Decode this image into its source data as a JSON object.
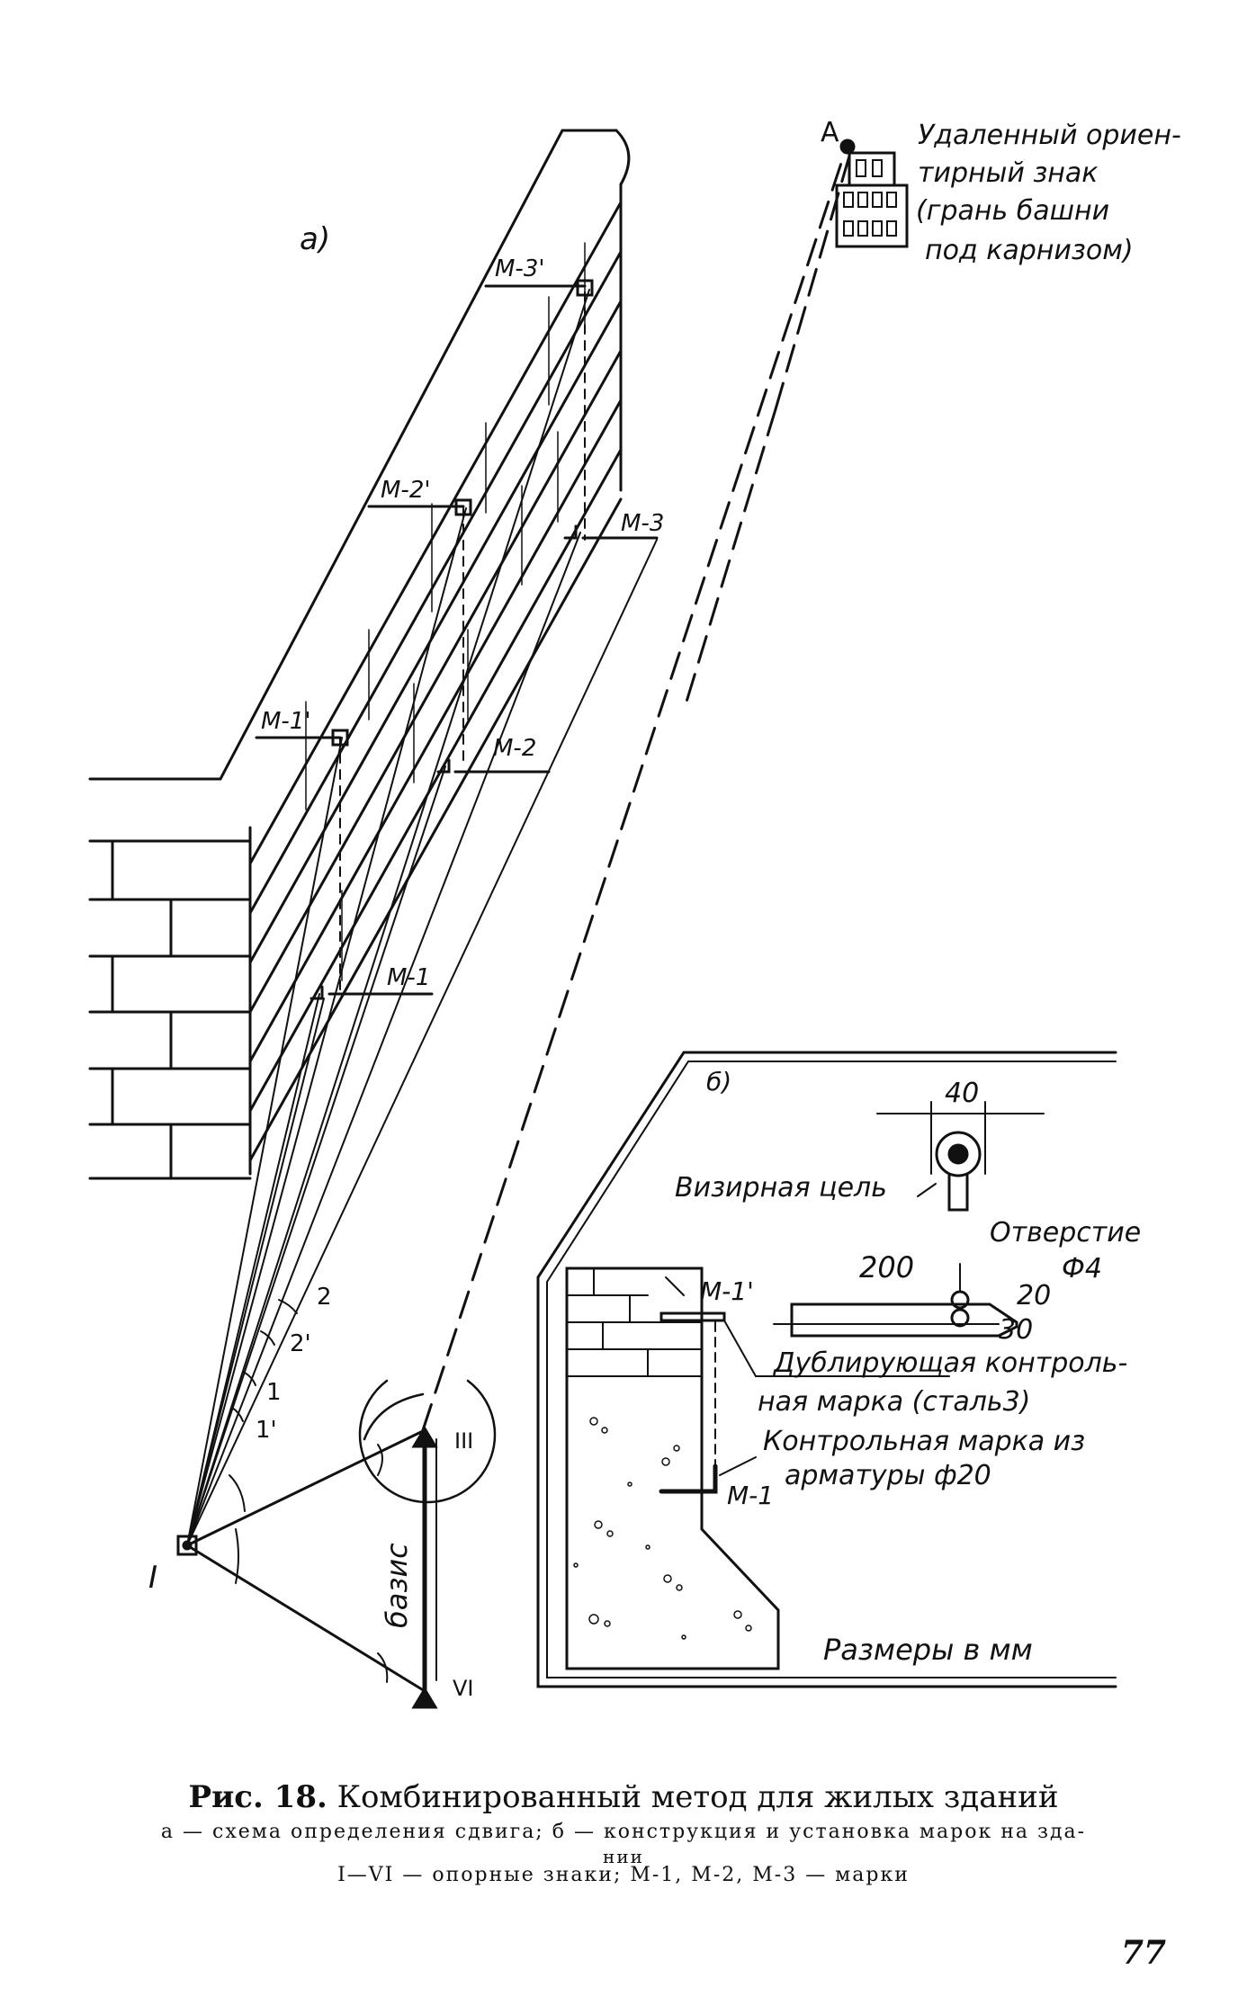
{
  "figure": {
    "part_a_label": "а)",
    "part_b_label": "б)",
    "remote_point": "A",
    "remote_target_lines": [
      "Удаленный ориен-",
      "тирный знак",
      "(грань башни",
      "под карнизом)"
    ],
    "marks": {
      "m3p": "М-3'",
      "m2p": "М-2'",
      "m3": "М-3",
      "m1p": "М-1'",
      "m2": "М-2",
      "m1": "М-1"
    },
    "angles": [
      "2",
      "2'",
      "1",
      "1'"
    ],
    "stations": {
      "s1": "I",
      "s3": "III",
      "s6": "VI"
    },
    "basis": "базис",
    "detail": {
      "dim_40": "40",
      "sight_target": "Визирная цель",
      "hole_lines": [
        "Отверстие",
        "Ф4"
      ],
      "dim_200": "200",
      "dim_20": "20",
      "dim_30": "30",
      "m1p": "М-1'",
      "dup_mark_lines": [
        "Дублирующая контроль-",
        "ная марка (сталь3)"
      ],
      "ctrl_mark_lines": [
        "Контрольная марка из",
        "арматуры ф20"
      ],
      "m1": "М-1",
      "units": "Размеры в мм"
    }
  },
  "caption": {
    "fig_num": "Рис. 18.",
    "title": "Комбинированный метод для жилых зданий",
    "line_a": "а — схема определения сдвига; б — конструкция и установка марок на зда-",
    "line_a2": "нии",
    "line_b": "I—VI — опорные знаки; М-1, М-2, М-3 — марки"
  },
  "page_number": "77"
}
